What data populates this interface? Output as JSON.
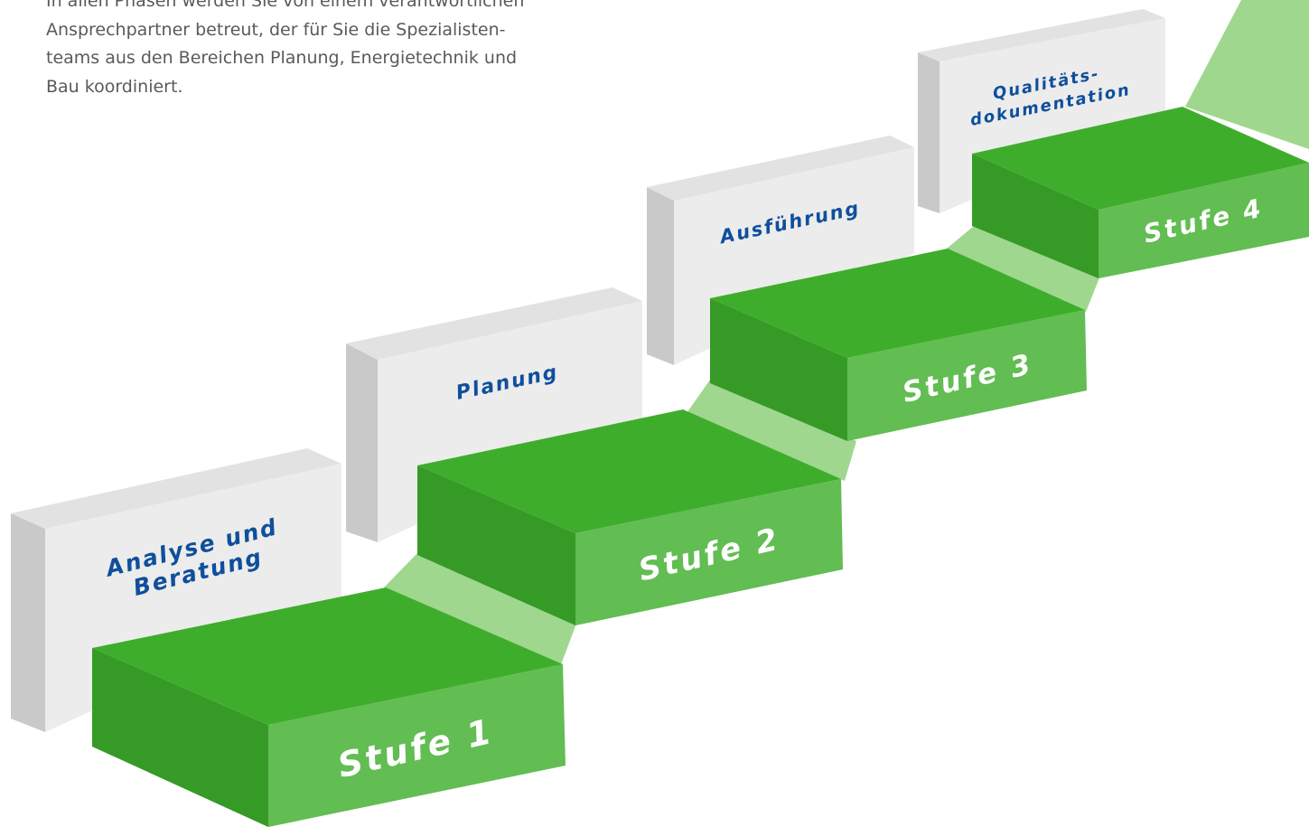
{
  "intro": {
    "lines": [
      "In allen Phasen werden Sie von einem verantwortlichen",
      "Ansprechpartner betreut, der für Sie die Spezialisten-",
      "teams aus den Bereichen Planung, Energietechnik und",
      "Bau koordiniert."
    ]
  },
  "panels": [
    {
      "lines": [
        "Analyse und",
        "Beratung"
      ]
    },
    {
      "lines": [
        "Planung"
      ]
    },
    {
      "lines": [
        "Ausführung"
      ]
    },
    {
      "lines": [
        "Qualitäts-",
        "dokumentation"
      ]
    }
  ],
  "steps": [
    {
      "label": "Stufe 1"
    },
    {
      "label": "Stufe 2"
    },
    {
      "label": "Stufe 3"
    },
    {
      "label": "Stufe 4"
    }
  ],
  "colors": {
    "step_top": "#3fad2c",
    "step_side": "#369a27",
    "step_front": "#62bd52",
    "connector": "#9fd78f",
    "panel_front": "#ececec",
    "panel_side": "#c9c9c9",
    "panel_top": "#e2e2e2",
    "panel_text": "#0f4f9c",
    "intro_text": "#5a5a5a"
  }
}
